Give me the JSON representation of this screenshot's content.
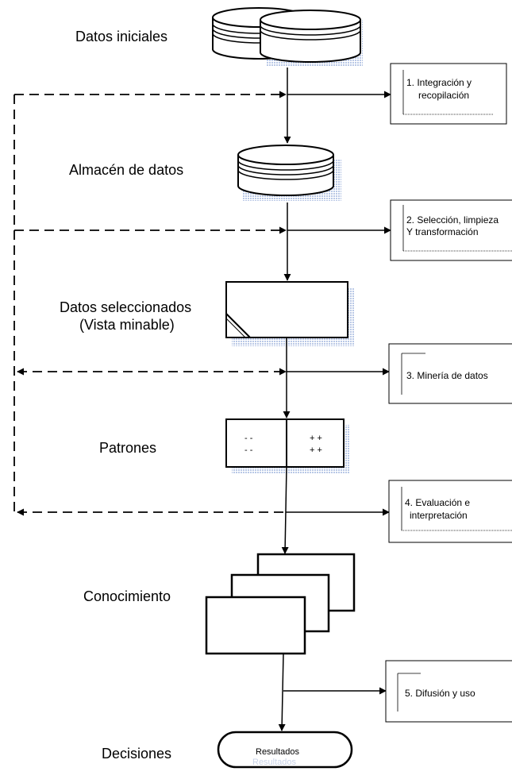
{
  "stages": {
    "datos_iniciales": "Datos iniciales",
    "almacen": "Almacén de datos",
    "seleccionados_1": "Datos seleccionados",
    "seleccionados_2": "(Vista minable)",
    "patrones": "Patrones",
    "conocimiento": "Conocimiento",
    "decisiones": "Decisiones"
  },
  "steps": {
    "s1": {
      "line1": "1. Integración y",
      "line2": "recopilación"
    },
    "s2": {
      "line1": "2. Selección, limpieza",
      "line2": "Y transformación"
    },
    "s3": {
      "line1": "3. Minería de datos"
    },
    "s4": {
      "line1": "4. Evaluación e",
      "line2": "interpretación"
    },
    "s5": {
      "line1": "5. Difusión y uso"
    }
  },
  "patterns": {
    "left": [
      "- -",
      "- -"
    ],
    "right": [
      "+ +",
      "+ +"
    ]
  },
  "result": {
    "label": "Resultados",
    "shadow_label": "Resultados"
  },
  "colors": {
    "stroke": "#000000",
    "shadow": "#b9c8e6",
    "background": "#ffffff"
  }
}
